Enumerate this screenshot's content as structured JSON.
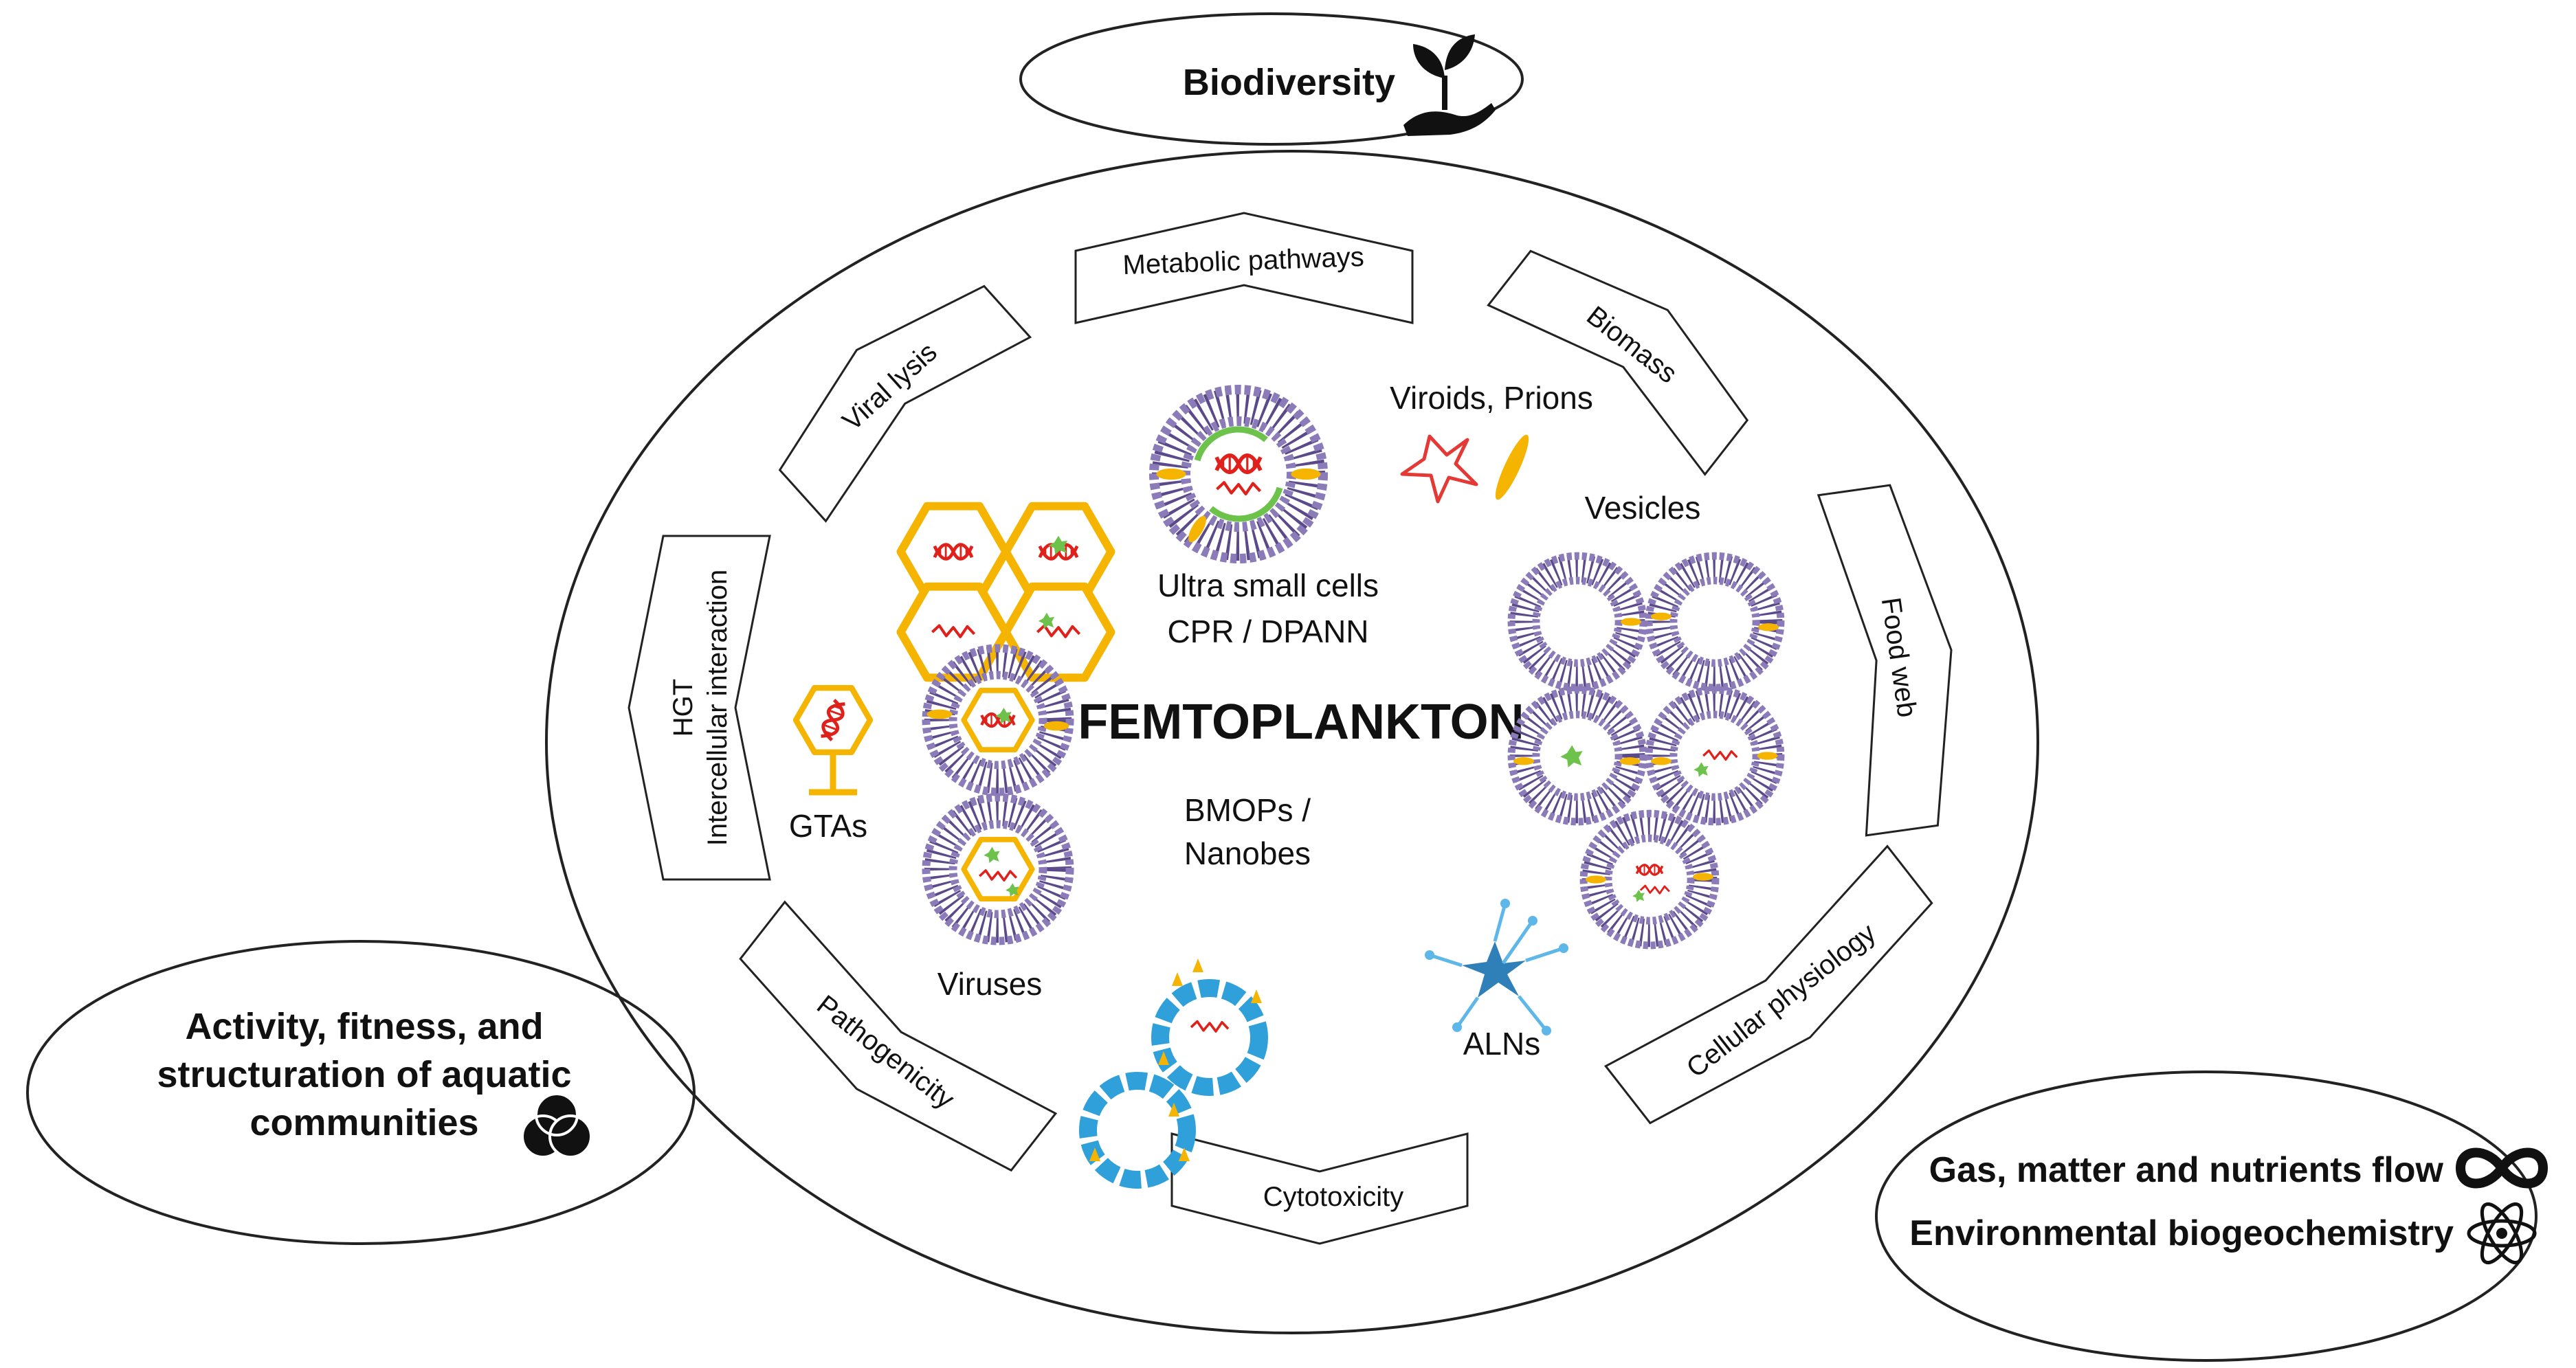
{
  "center_label": "FEMTOPLANKTON",
  "outer_labels": {
    "biodiversity": "Biodiversity",
    "activity_line1": "Activity, fitness, and",
    "activity_line2": "structuration of aquatic",
    "activity_line3": "communities",
    "gas_flow": "Gas, matter and nutrients flow",
    "biogeochemistry": "Environmental biogeochemistry"
  },
  "processes": {
    "metabolic": "Metabolic pathways",
    "biomass": "Biomass",
    "food_web": "Food web",
    "cellular_physiology": "Cellular physiology",
    "cytotoxicity": "Cytotoxicity",
    "pathogenicity": "Pathogenicity",
    "hgt_line1": "HGT",
    "hgt_line2": "Intercellular interaction",
    "viral_lysis": "Viral lysis"
  },
  "entities": {
    "viroids": "Viroids, Prions",
    "vesicles": "Vesicles",
    "ultra_line1": "Ultra small cells",
    "ultra_line2": "CPR / DPANN",
    "gtas": "GTAs",
    "viruses": "Viruses",
    "bmops_line1": "BMOPs /",
    "bmops_line2": "Nanobes",
    "alns": "ALNs"
  },
  "icons": {
    "biodiversity": "plant-in-hand-icon",
    "activity": "venn-circles-icon",
    "gas_flow": "infinity-icon",
    "biogeochemistry": "atom-icon"
  },
  "colors": {
    "lipid": "#8B7BB8",
    "lipid_dark": "#5B4A8A",
    "gold": "#F5B400",
    "dna_red": "#E0201B",
    "green": "#6CC24A",
    "blue": "#2FA0DA",
    "star_red": "#E53935"
  }
}
